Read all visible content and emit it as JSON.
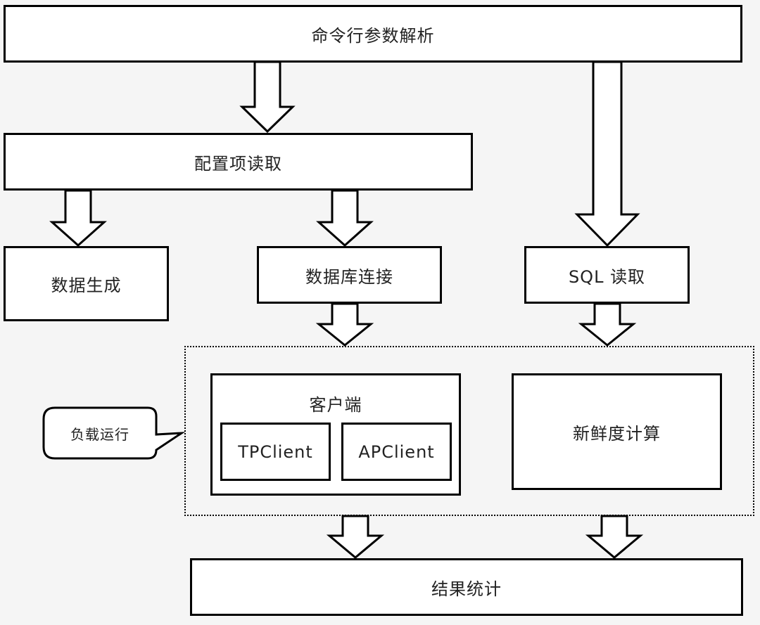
{
  "nodes": {
    "cmd_parse": "命令行参数解析",
    "config_read": "配置项读取",
    "data_gen": "数据生成",
    "db_connect": "数据库连接",
    "sql_read": "SQL 读取",
    "client": "客户端",
    "tp_client": "TPClient",
    "ap_client": "APClient",
    "freshness": "新鲜度计算",
    "result_stats": "结果统计"
  },
  "callout": {
    "label": "负载运行"
  }
}
